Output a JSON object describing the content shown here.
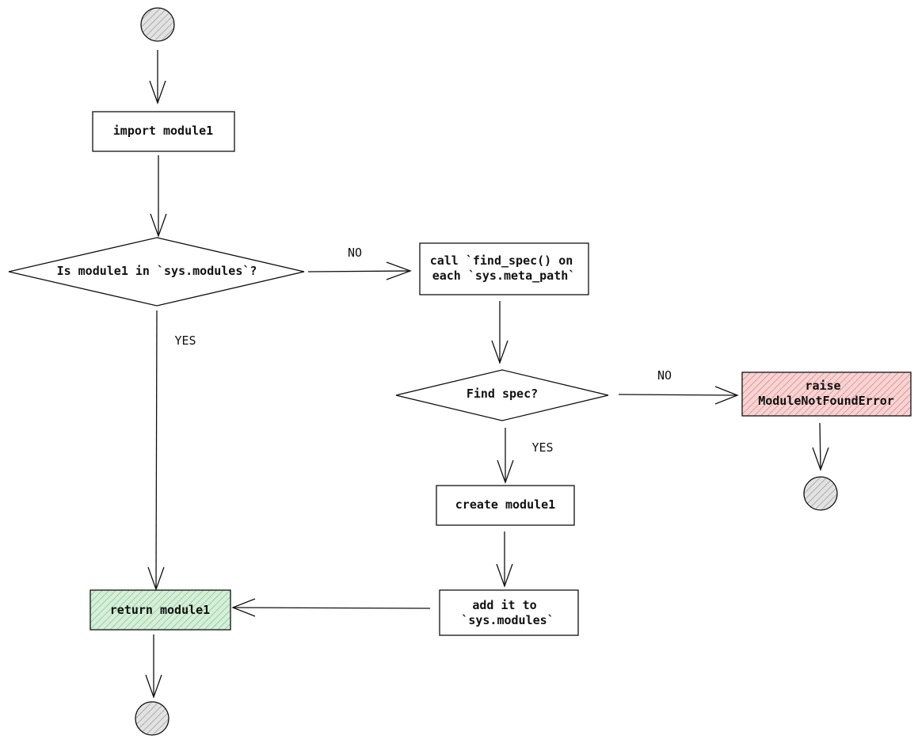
{
  "nodes": {
    "import": {
      "lines": [
        "import module1"
      ]
    },
    "in_sys_modules": {
      "lines": [
        "Is module1 in `sys.modules`?"
      ]
    },
    "find_spec_call": {
      "lines": [
        "call `find_spec() on",
        "each `sys.meta_path`"
      ]
    },
    "find_spec_decision": {
      "lines": [
        "Find spec?"
      ]
    },
    "raise_error": {
      "lines": [
        "raise",
        "ModuleNotFoundError"
      ],
      "fill": "#f5c6c6",
      "hatch": "#e07a7a"
    },
    "create_module": {
      "lines": [
        "create module1"
      ]
    },
    "add_to_modules": {
      "lines": [
        "add it to",
        "`sys.modules`"
      ]
    },
    "return_module": {
      "lines": [
        "return module1"
      ],
      "fill": "#cdebd0",
      "hatch": "#7cc487"
    }
  },
  "edge_labels": {
    "no_1": "NO",
    "yes_1": "YES",
    "no_2": "NO",
    "yes_2": "YES"
  },
  "colors": {
    "terminal_fill": "#dcdcdc",
    "terminal_hatch": "#9a9a9a",
    "stroke": "#111111"
  }
}
